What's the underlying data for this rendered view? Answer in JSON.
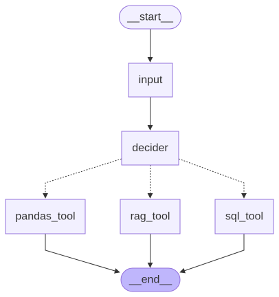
{
  "graph": {
    "nodes": {
      "start": {
        "label": "__start__",
        "shape": "stadium",
        "fill": "#f2f0ff",
        "stroke": "#9370db"
      },
      "input": {
        "label": "input",
        "shape": "rect",
        "fill": "#f2f0ff",
        "stroke": "#9370db"
      },
      "decider": {
        "label": "decider",
        "shape": "rect",
        "fill": "#f2f0ff",
        "stroke": "#9370db"
      },
      "pandas_tool": {
        "label": "pandas_tool",
        "shape": "rect",
        "fill": "#f2f0ff",
        "stroke": "#9370db"
      },
      "rag_tool": {
        "label": "rag_tool",
        "shape": "rect",
        "fill": "#f2f0ff",
        "stroke": "#9370db"
      },
      "sql_tool": {
        "label": "sql_tool",
        "shape": "rect",
        "fill": "#f2f0ff",
        "stroke": "#9370db"
      },
      "end": {
        "label": "__end__",
        "shape": "stadium",
        "fill": "#bfb6fc",
        "stroke": "#9370db"
      }
    },
    "edges": [
      {
        "from": "start",
        "to": "input",
        "style": "solid"
      },
      {
        "from": "input",
        "to": "decider",
        "style": "solid"
      },
      {
        "from": "decider",
        "to": "pandas_tool",
        "style": "dotted"
      },
      {
        "from": "decider",
        "to": "rag_tool",
        "style": "dotted"
      },
      {
        "from": "decider",
        "to": "sql_tool",
        "style": "dotted"
      },
      {
        "from": "pandas_tool",
        "to": "end",
        "style": "solid"
      },
      {
        "from": "rag_tool",
        "to": "end",
        "style": "solid"
      },
      {
        "from": "sql_tool",
        "to": "end",
        "style": "solid"
      }
    ],
    "edge_color": "#333333"
  }
}
